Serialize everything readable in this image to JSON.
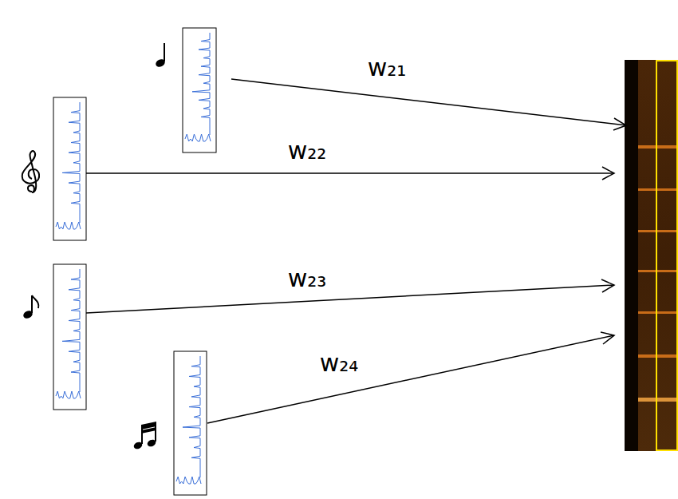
{
  "diagram": {
    "labels": [
      "w₂₁",
      "w₂₂",
      "w₂₃",
      "w₂₄"
    ]
  }
}
